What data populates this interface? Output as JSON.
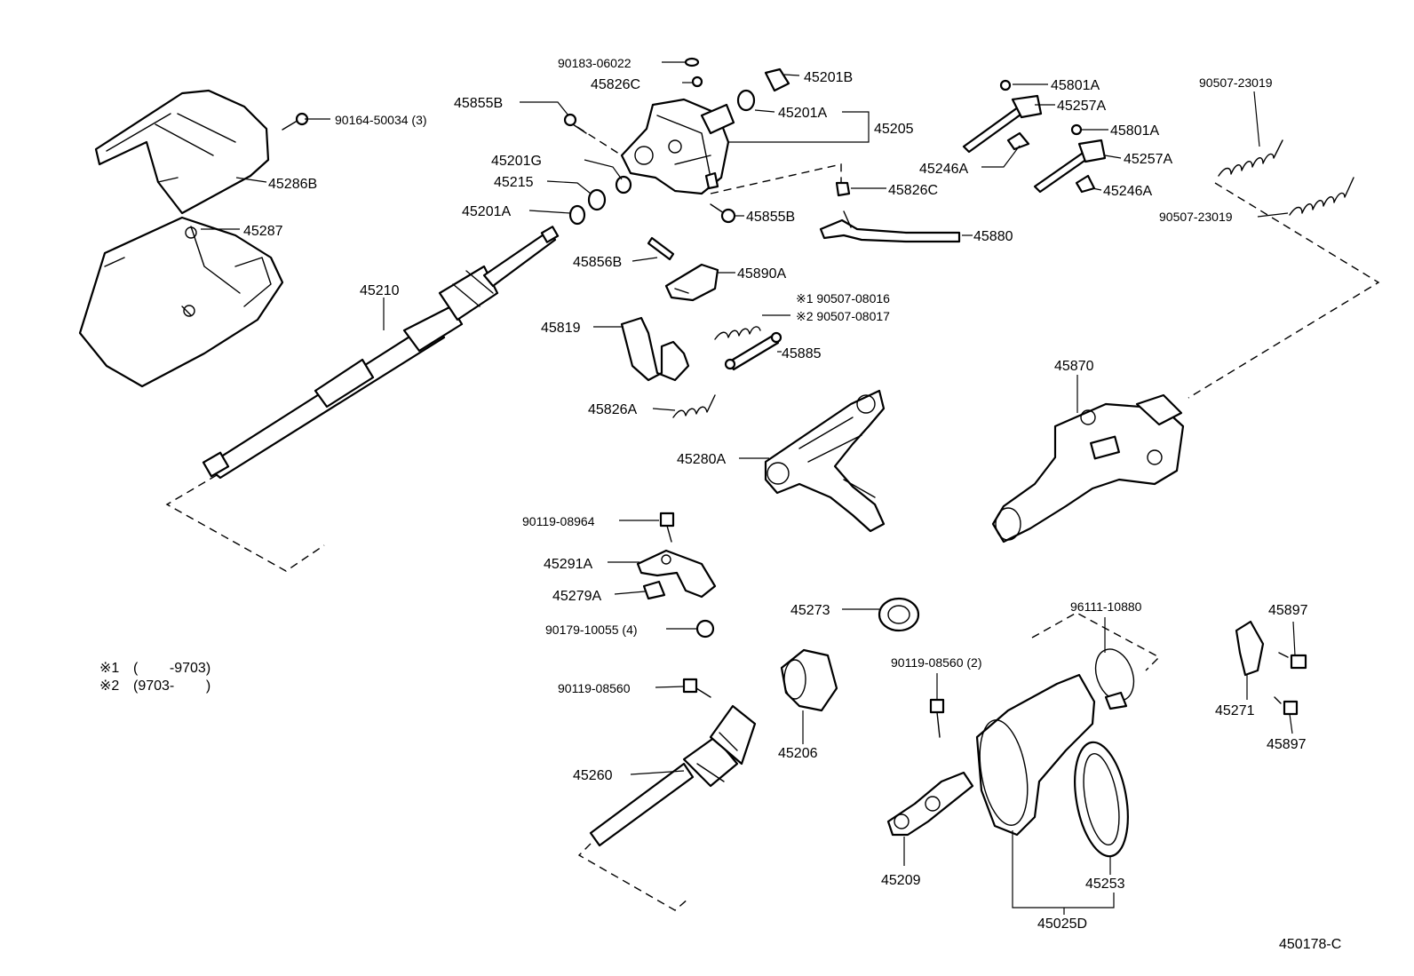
{
  "drawing_code": "450178-C",
  "notes": [
    {
      "mark": "※1",
      "text": "(        -9703)"
    },
    {
      "mark": "※2",
      "text": "(9703-        )"
    }
  ],
  "labels": {
    "p90164": "90164-50034 (3)",
    "p45286B": "45286B",
    "p45287": "45287",
    "p45210": "45210",
    "p90183": "90183-06022",
    "p45826C_top": "45826C",
    "p45855B_top": "45855B",
    "p45201G": "45201G",
    "p45215": "45215",
    "p45201A_left": "45201A",
    "p45201B": "45201B",
    "p45201A_right": "45201A",
    "p45205": "45205",
    "p45855B_bot": "45855B",
    "p45826C_mid": "45826C",
    "p45801A_1": "45801A",
    "p45257A_1": "45257A",
    "p45801A_2": "45801A",
    "p45257A_2": "45257A",
    "p45246A_1": "45246A",
    "p45246A_2": "45246A",
    "p90507_23019_top": "90507-23019",
    "p90507_23019_bot": "90507-23019",
    "p45880": "45880",
    "p45856B": "45856B",
    "p45890A": "45890A",
    "p90507_08016": "※1 90507-08016",
    "p90507_08017": "※2 90507-08017",
    "p45819": "45819",
    "p45885": "45885",
    "p45826A": "45826A",
    "p45870": "45870",
    "p45280A": "45280A",
    "p90119_08964": "90119-08964",
    "p45291A": "45291A",
    "p45279A": "45279A",
    "p90179": "90179-10055 (4)",
    "p45273": "45273",
    "p96111": "96111-10880",
    "p45897_top": "45897",
    "p45271": "45271",
    "p45897_bot": "45897",
    "p90119_08560_left": "90119-08560",
    "p90119_08560_mid": "90119-08560 (2)",
    "p45206": "45206",
    "p45260": "45260",
    "p45209": "45209",
    "p45253": "45253",
    "p45025D": "45025D"
  }
}
